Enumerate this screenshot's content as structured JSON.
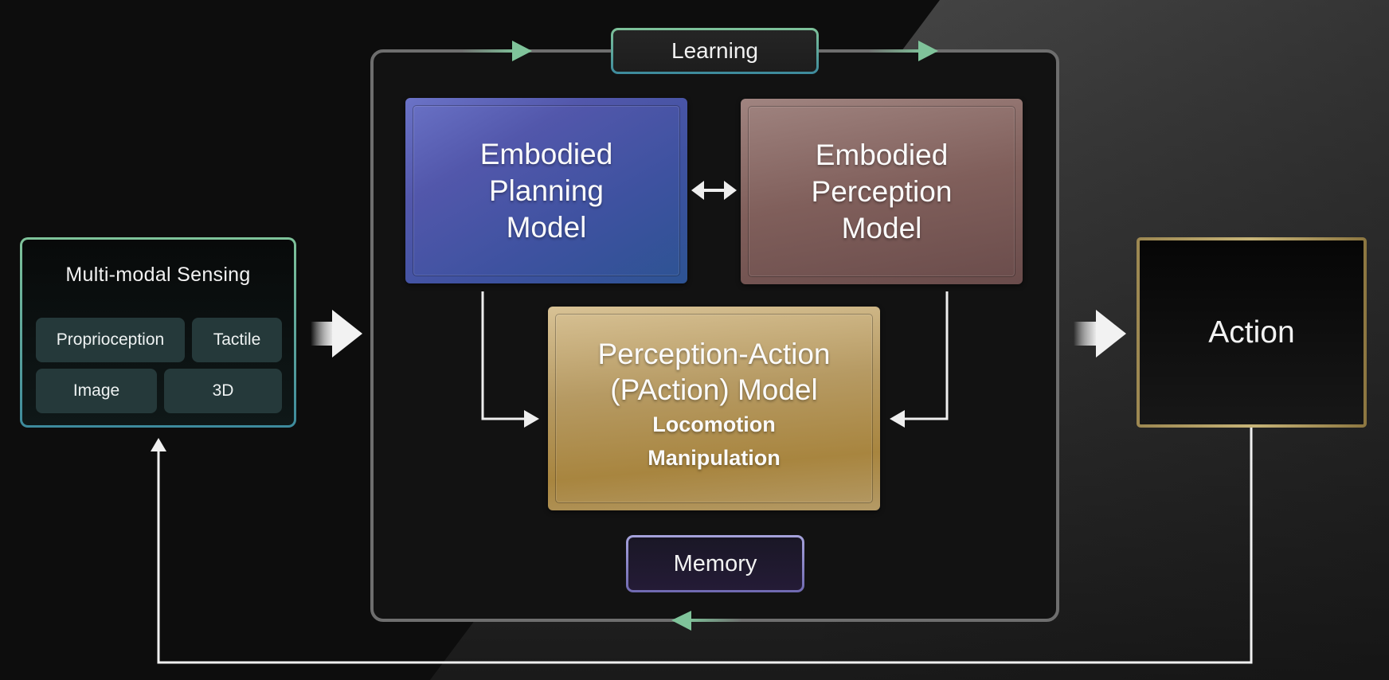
{
  "diagram": {
    "sensing": {
      "title": "Multi-modal Sensing",
      "chips": [
        "Proprioception",
        "Tactile",
        "Image",
        "3D"
      ]
    },
    "learning_label": "Learning",
    "planning_model": {
      "lines": [
        "Embodied",
        "Planning",
        "Model"
      ]
    },
    "perception_model": {
      "lines": [
        "Embodied",
        "Perception",
        "Model"
      ]
    },
    "paction_model": {
      "title_lines": [
        "Perception-Action",
        "(PAction) Model"
      ],
      "sub_lines": [
        "Locomotion",
        "Manipulation"
      ]
    },
    "memory_label": "Memory",
    "action_label": "Action",
    "colors": {
      "learning_arrow": "#7fc39a",
      "sensing_border": "#5aa4a0",
      "planning": "#4652a6",
      "perception": "#7a5a57",
      "paction": "#b09255",
      "memory_border": "#8f8bcf",
      "action_border": "#b3a06a"
    }
  }
}
